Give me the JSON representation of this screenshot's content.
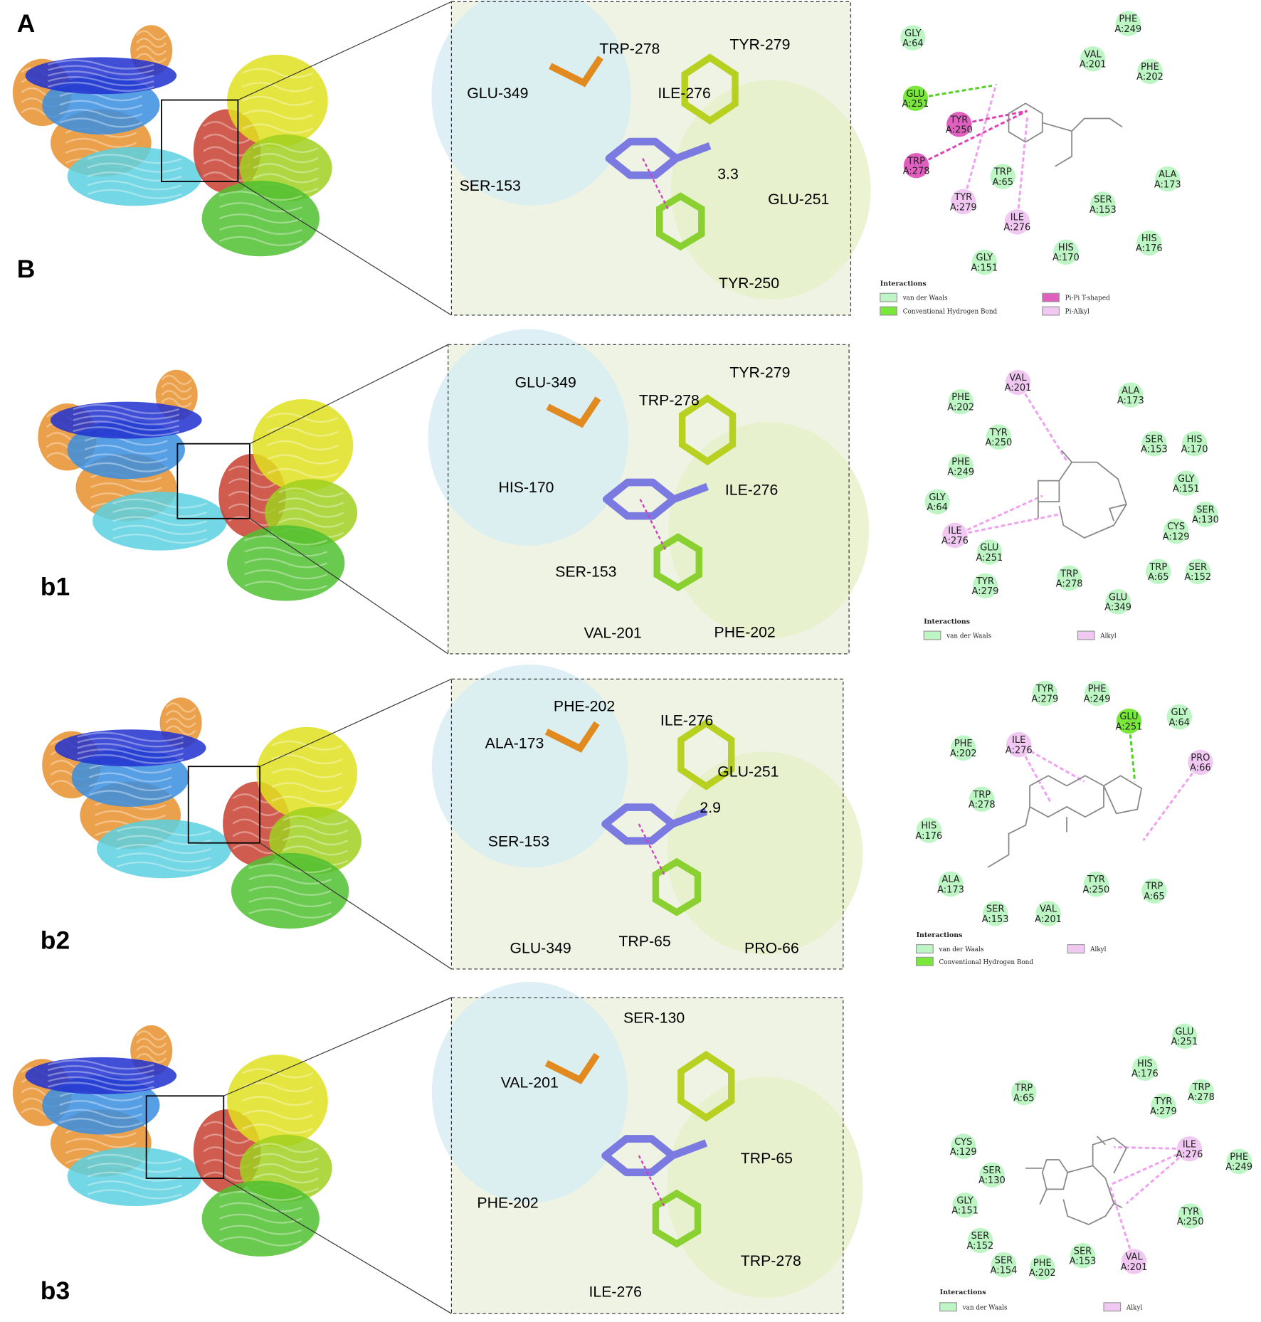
{
  "panel_labels": {
    "A": "A",
    "B": "B",
    "b1": "b1",
    "b2": "b2",
    "b3": "b3"
  },
  "colors": {
    "van_der_waals": "#bdf5c4",
    "hydrogen_bond": "#7ae83a",
    "pi_pi_t_shaped": "#e060c0",
    "alkyl": "#f0c8f2",
    "ligand": "#7a7ae0",
    "zoom_box_border": "#333333"
  },
  "panels": [
    {
      "id": "A",
      "zoom_labels": [
        "TRP-278",
        "TYR-279",
        "GLU-349",
        "ILE-276",
        "SER-153",
        "3.3",
        "GLU-251",
        "TYR-250"
      ],
      "residues": [
        {
          "name": "GLY",
          "id": "A:64",
          "type": "vdw"
        },
        {
          "name": "PHE",
          "id": "A:249",
          "type": "vdw"
        },
        {
          "name": "VAL",
          "id": "A:201",
          "type": "vdw"
        },
        {
          "name": "PHE",
          "id": "A:202",
          "type": "vdw"
        },
        {
          "name": "GLU",
          "id": "A:251",
          "type": "hbond"
        },
        {
          "name": "TYR",
          "id": "A:250",
          "type": "pipi"
        },
        {
          "name": "TRP",
          "id": "A:278",
          "type": "pipi"
        },
        {
          "name": "TRP",
          "id": "A:65",
          "type": "vdw"
        },
        {
          "name": "ALA",
          "id": "A:173",
          "type": "vdw"
        },
        {
          "name": "TYR",
          "id": "A:279",
          "type": "alkyl"
        },
        {
          "name": "SER",
          "id": "A:153",
          "type": "vdw"
        },
        {
          "name": "ILE",
          "id": "A:276",
          "type": "alkyl"
        },
        {
          "name": "HIS",
          "id": "A:176",
          "type": "vdw"
        },
        {
          "name": "GLY",
          "id": "A:151",
          "type": "vdw"
        },
        {
          "name": "HIS",
          "id": "A:170",
          "type": "vdw"
        }
      ],
      "legend": {
        "title": "Interactions",
        "items": [
          {
            "label": "van der Waals",
            "type": "vdw"
          },
          {
            "label": "Conventional Hydrogen Bond",
            "type": "hbond"
          },
          {
            "label": "Pi-Pi T-shaped",
            "type": "pipi"
          },
          {
            "label": "Pi-Alkyl",
            "type": "alkyl"
          }
        ]
      }
    },
    {
      "id": "b1",
      "zoom_labels": [
        "TYR-279",
        "GLU-349",
        "TRP-278",
        "HIS-170",
        "ILE-276",
        "SER-153",
        "VAL-201",
        "PHE-202"
      ],
      "residues": [
        {
          "name": "VAL",
          "id": "A:201",
          "type": "alkyl"
        },
        {
          "name": "ALA",
          "id": "A:173",
          "type": "vdw"
        },
        {
          "name": "PHE",
          "id": "A:202",
          "type": "vdw"
        },
        {
          "name": "TYR",
          "id": "A:250",
          "type": "vdw"
        },
        {
          "name": "SER",
          "id": "A:153",
          "type": "vdw"
        },
        {
          "name": "HIS",
          "id": "A:170",
          "type": "vdw"
        },
        {
          "name": "PHE",
          "id": "A:249",
          "type": "vdw"
        },
        {
          "name": "GLY",
          "id": "A:151",
          "type": "vdw"
        },
        {
          "name": "GLY",
          "id": "A:64",
          "type": "vdw"
        },
        {
          "name": "SER",
          "id": "A:130",
          "type": "vdw"
        },
        {
          "name": "CYS",
          "id": "A:129",
          "type": "vdw"
        },
        {
          "name": "ILE",
          "id": "A:276",
          "type": "alkyl"
        },
        {
          "name": "GLU",
          "id": "A:251",
          "type": "vdw"
        },
        {
          "name": "TRP",
          "id": "A:65",
          "type": "vdw"
        },
        {
          "name": "SER",
          "id": "A:152",
          "type": "vdw"
        },
        {
          "name": "TRP",
          "id": "A:278",
          "type": "vdw"
        },
        {
          "name": "TYR",
          "id": "A:279",
          "type": "vdw"
        },
        {
          "name": "GLU",
          "id": "A:349",
          "type": "vdw"
        }
      ],
      "legend": {
        "title": "Interactions",
        "items": [
          {
            "label": "van der Waals",
            "type": "vdw"
          },
          {
            "label": "Alkyl",
            "type": "alkyl"
          }
        ]
      }
    },
    {
      "id": "b2",
      "zoom_labels": [
        "PHE-202",
        "ILE-276",
        "ALA-173",
        "GLU-251",
        "2.9",
        "SER-153",
        "GLU-349",
        "TRP-65",
        "PRO-66"
      ],
      "residues": [
        {
          "name": "TYR",
          "id": "A:279",
          "type": "vdw"
        },
        {
          "name": "PHE",
          "id": "A:249",
          "type": "vdw"
        },
        {
          "name": "GLU",
          "id": "A:251",
          "type": "hbond"
        },
        {
          "name": "GLY",
          "id": "A:64",
          "type": "vdw"
        },
        {
          "name": "PHE",
          "id": "A:202",
          "type": "vdw"
        },
        {
          "name": "ILE",
          "id": "A:276",
          "type": "alkyl"
        },
        {
          "name": "PRO",
          "id": "A:66",
          "type": "alkyl"
        },
        {
          "name": "TRP",
          "id": "A:278",
          "type": "vdw"
        },
        {
          "name": "HIS",
          "id": "A:176",
          "type": "vdw"
        },
        {
          "name": "ALA",
          "id": "A:173",
          "type": "vdw"
        },
        {
          "name": "TYR",
          "id": "A:250",
          "type": "vdw"
        },
        {
          "name": "TRP",
          "id": "A:65",
          "type": "vdw"
        },
        {
          "name": "SER",
          "id": "A:153",
          "type": "vdw"
        },
        {
          "name": "VAL",
          "id": "A:201",
          "type": "vdw"
        }
      ],
      "legend": {
        "title": "Interactions",
        "items": [
          {
            "label": "van der Waals",
            "type": "vdw"
          },
          {
            "label": "Conventional Hydrogen Bond",
            "type": "hbond"
          },
          {
            "label": "Alkyl",
            "type": "alkyl"
          }
        ]
      }
    },
    {
      "id": "b3",
      "zoom_labels": [
        "SER-130",
        "VAL-201",
        "TRP-65",
        "PHE-202",
        "TRP-278",
        "ILE-276"
      ],
      "residues": [
        {
          "name": "GLU",
          "id": "A:251",
          "type": "vdw"
        },
        {
          "name": "HIS",
          "id": "A:176",
          "type": "vdw"
        },
        {
          "name": "TRP",
          "id": "A:65",
          "type": "vdw"
        },
        {
          "name": "TRP",
          "id": "A:278",
          "type": "vdw"
        },
        {
          "name": "TYR",
          "id": "A:279",
          "type": "vdw"
        },
        {
          "name": "CYS",
          "id": "A:129",
          "type": "vdw"
        },
        {
          "name": "ILE",
          "id": "A:276",
          "type": "alkyl"
        },
        {
          "name": "PHE",
          "id": "A:249",
          "type": "vdw"
        },
        {
          "name": "SER",
          "id": "A:130",
          "type": "vdw"
        },
        {
          "name": "GLY",
          "id": "A:151",
          "type": "vdw"
        },
        {
          "name": "TYR",
          "id": "A:250",
          "type": "vdw"
        },
        {
          "name": "SER",
          "id": "A:152",
          "type": "vdw"
        },
        {
          "name": "SER",
          "id": "A:154",
          "type": "vdw"
        },
        {
          "name": "PHE",
          "id": "A:202",
          "type": "vdw"
        },
        {
          "name": "SER",
          "id": "A:153",
          "type": "vdw"
        },
        {
          "name": "VAL",
          "id": "A:201",
          "type": "alkyl"
        }
      ],
      "legend": {
        "title": "Interactions",
        "items": [
          {
            "label": "van der Waals",
            "type": "vdw"
          },
          {
            "label": "Alkyl",
            "type": "alkyl"
          }
        ]
      }
    }
  ]
}
